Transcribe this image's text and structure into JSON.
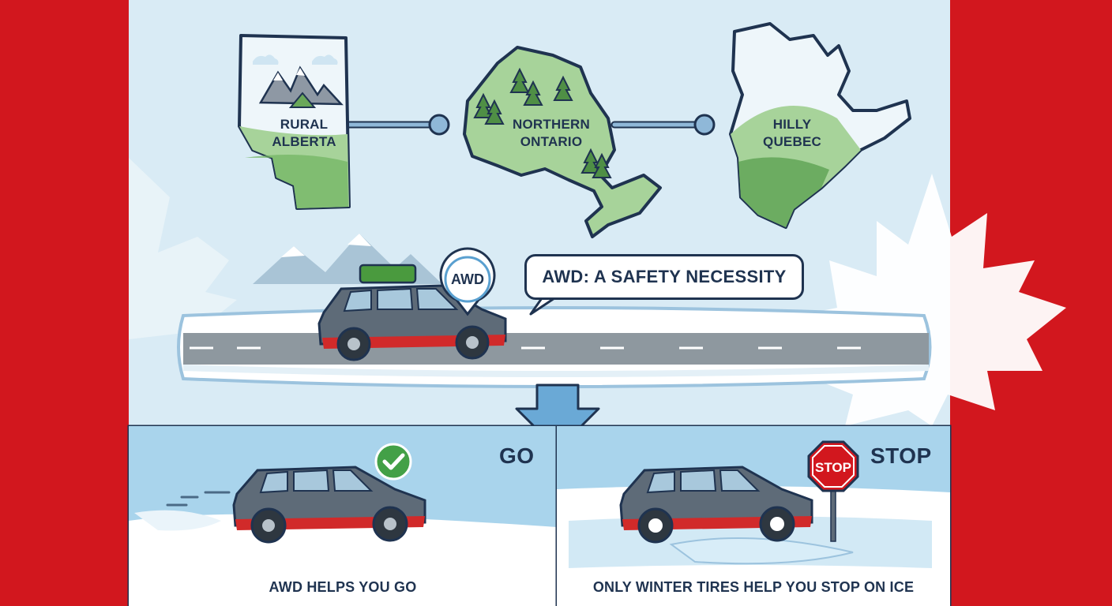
{
  "regions": [
    {
      "line1": "RURAL",
      "line2": "ALBERTA"
    },
    {
      "line1": "NORTHERN",
      "line2": "ONTARIO"
    },
    {
      "line1": "HILLY",
      "line2": "QUEBEC"
    }
  ],
  "highway": {
    "pin_label": "AWD",
    "callout": "AWD: A SAFETY NECESSITY"
  },
  "panels": {
    "go": {
      "title": "GO",
      "caption": "AWD HELPS YOU GO"
    },
    "stop": {
      "title": "STOP",
      "caption": "ONLY WINTER TIRES HELP YOU STOP ON ICE",
      "sign_text": "STOP"
    }
  },
  "colors": {
    "flag_red": "#d2171e",
    "navy": "#1f3350",
    "sky": "#d9ebf5",
    "land_green": "#9bc98c",
    "check_green": "#43a047",
    "road_gray": "#8e989f",
    "car_body": "#5e6b78",
    "car_trim": "#d12a2a"
  },
  "icons": [
    "maple-leaf-icon",
    "mountain-icon",
    "pine-tree-icon",
    "location-pin-icon",
    "check-icon",
    "stop-sign-icon",
    "down-arrow-icon"
  ]
}
